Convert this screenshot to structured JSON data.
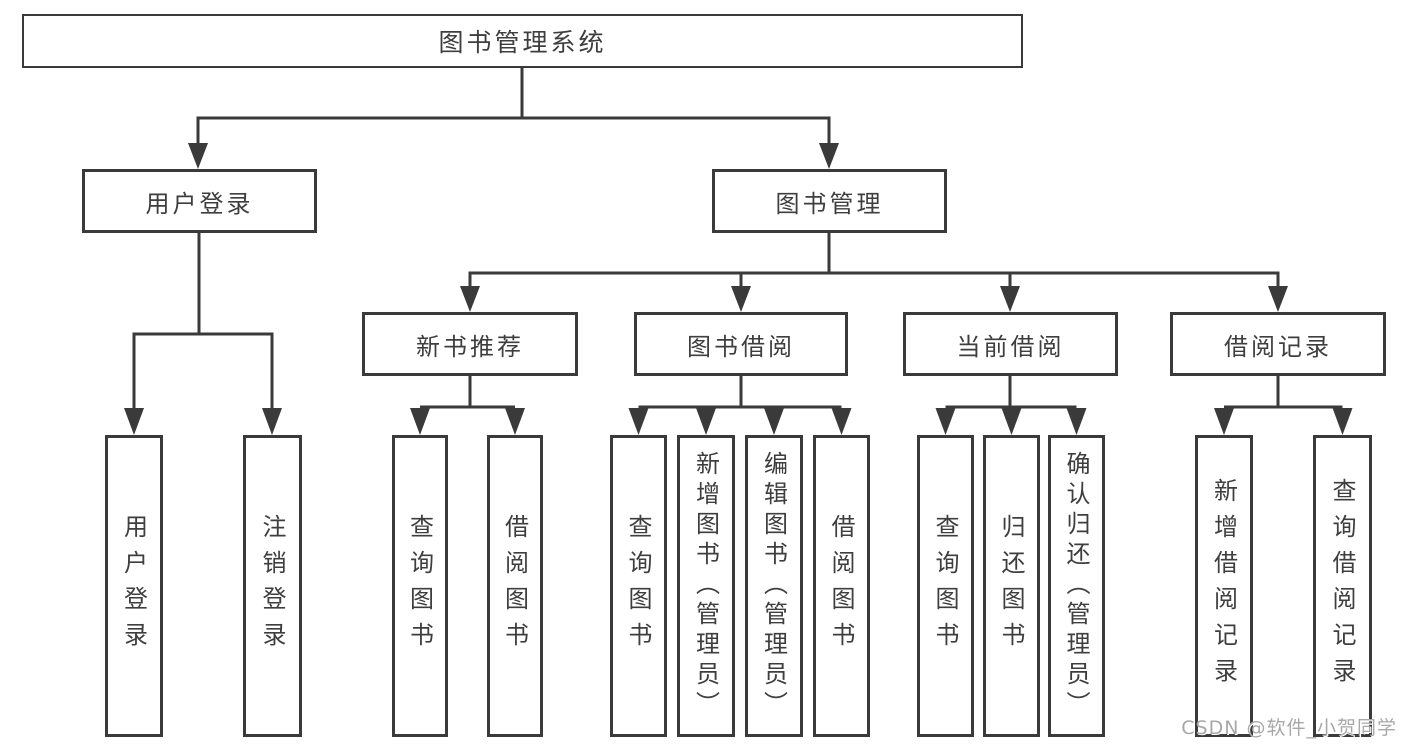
{
  "tree": {
    "root": "图书管理系统",
    "user_branch": {
      "label": "用户登录",
      "leaves": [
        "用户登录",
        "注销登录"
      ]
    },
    "book_branch": {
      "label": "图书管理",
      "groups": [
        {
          "label": "新书推荐",
          "leaves": [
            "查询图书",
            "借阅图书"
          ]
        },
        {
          "label": "图书借阅",
          "leaves": [
            "查询图书",
            "新增图书（管理员）",
            "编辑图书（管理员）",
            "借阅图书"
          ]
        },
        {
          "label": "当前借阅",
          "leaves": [
            "查询图书",
            "归还图书",
            "确认归还（管理员）"
          ]
        },
        {
          "label": "借阅记录",
          "leaves": [
            "新增借阅记录",
            "查询借阅记录"
          ]
        }
      ]
    }
  },
  "watermark": {
    "text": "CSDN @软件_小贺同学"
  },
  "style": {
    "line_color": "#3a3a3a",
    "box_border_color": "#3a3a3a",
    "text_color": "#3e3e3e",
    "watermark_color": "#a8a8a8",
    "background": "#ffffff"
  }
}
